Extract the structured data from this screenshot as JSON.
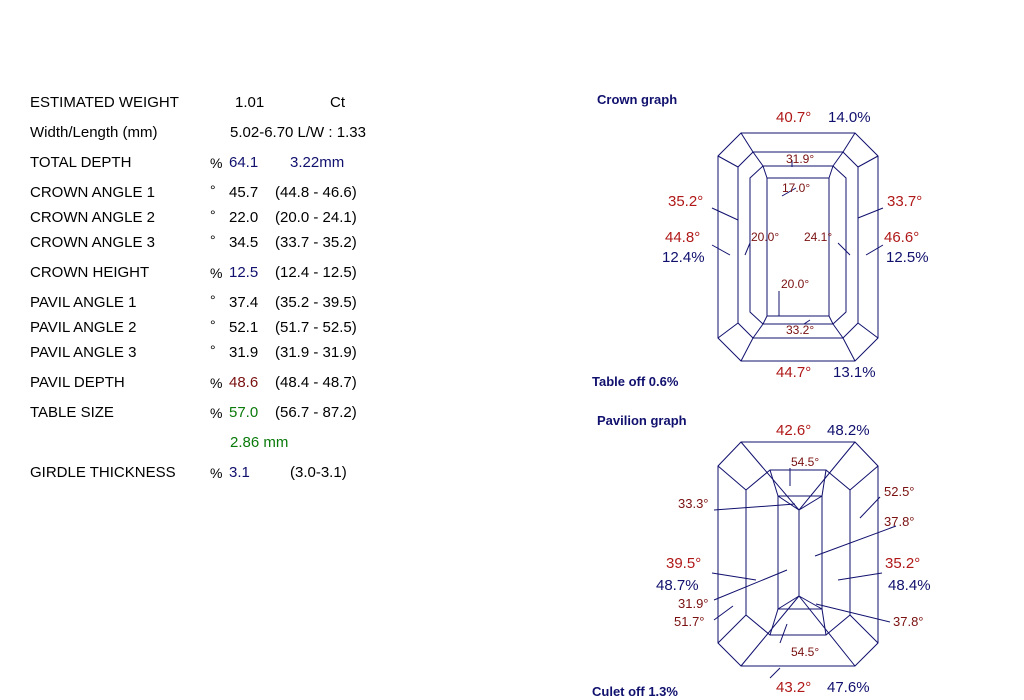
{
  "rows": {
    "est_weight": {
      "label": "ESTIMATED WEIGHT",
      "value": "1.01",
      "unit": "Ct"
    },
    "width_length": {
      "label": "Width/Length (mm)",
      "value": "5.02-6.70 L/W : 1.33"
    },
    "total_depth": {
      "label": "TOTAL DEPTH",
      "sym": "%",
      "value": "64.1",
      "mm": "3.22mm"
    },
    "crown1": {
      "label": "CROWN ANGLE 1",
      "sym": "°",
      "value": "45.7",
      "range": "(44.8 - 46.6)"
    },
    "crown2": {
      "label": "CROWN ANGLE 2",
      "sym": "°",
      "value": "22.0",
      "range": "(20.0 - 24.1)"
    },
    "crown3": {
      "label": "CROWN ANGLE 3",
      "sym": "°",
      "value": "34.5",
      "range": "(33.7 - 35.2)"
    },
    "crown_height": {
      "label": "CROWN HEIGHT",
      "sym": "%",
      "value": "12.5",
      "range": "(12.4 - 12.5)"
    },
    "pavil1": {
      "label": "PAVIL ANGLE 1",
      "sym": "°",
      "value": "37.4",
      "range": "(35.2 - 39.5)"
    },
    "pavil2": {
      "label": "PAVIL ANGLE 2",
      "sym": "°",
      "value": "52.1",
      "range": "(51.7 - 52.5)"
    },
    "pavil3": {
      "label": "PAVIL ANGLE 3",
      "sym": "°",
      "value": "31.9",
      "range": "(31.9 - 31.9)"
    },
    "pavil_depth": {
      "label": "PAVIL DEPTH",
      "sym": "%",
      "value": "48.6",
      "range": "(48.4 - 48.7)"
    },
    "table_size": {
      "label": "TABLE SIZE",
      "sym": "%",
      "value": "57.0",
      "range": "(56.7 - 87.2)",
      "mm": "2.86 mm"
    },
    "girdle": {
      "label": "GIRDLE THICKNESS",
      "sym": "%",
      "value": "3.1",
      "range": "(3.0-3.1)"
    }
  },
  "crown_graph": {
    "title": "Crown graph",
    "footer": "Table off 0.6%",
    "top_angle": "40.7°",
    "top_pct": "14.0%",
    "bottom_angle": "44.7°",
    "bottom_pct": "13.1%",
    "left_outer": "35.2°",
    "left_mid": "44.8°",
    "left_pct": "12.4%",
    "right_outer": "33.7°",
    "right_mid": "46.6°",
    "right_pct": "12.5%",
    "inner_top": "31.9°",
    "inner_top2": "17.0°",
    "inner_left": "20.0°",
    "inner_right": "24.1°",
    "inner_bottom": "20.0°",
    "inner_bottom2": "33.2°"
  },
  "pavilion_graph": {
    "title": "Pavilion graph",
    "footer": "Culet off 1.3%",
    "top_angle": "42.6°",
    "top_pct": "48.2%",
    "bottom_angle": "43.2°",
    "bottom_pct": "47.6%",
    "inner_top": "54.5°",
    "inner_bottom": "54.5°",
    "right_upper": "52.5°",
    "right_mid": "37.8°",
    "right_angle": "35.2°",
    "right_pct": "48.4%",
    "right_lower": "37.8°",
    "left_upper": "33.3°",
    "left_angle": "39.5°",
    "left_pct": "48.7%",
    "left_lower1": "31.9°",
    "left_lower2": "51.7°"
  }
}
